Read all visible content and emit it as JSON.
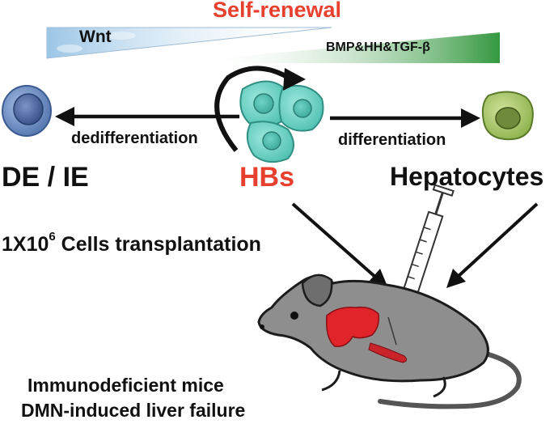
{
  "title": "Self-renewal",
  "gradient": {
    "left_label": "Wnt",
    "right_label": "BMP&HH&TGF-β",
    "left_color": "#a9cde6",
    "right_color": "#3a9a47"
  },
  "cells": {
    "left_name": "DE / IE",
    "center_name": "HBs",
    "right_name": "Hepatocytes"
  },
  "arrows": {
    "left_label": "dedifferentiation",
    "right_label": "differentiation"
  },
  "transplant": {
    "count_base": "1X10",
    "count_exponent": "6",
    "label": " Cells transplantation"
  },
  "model": {
    "line1": "Immunodeficient mice",
    "line2": "DMN-induced liver failure"
  },
  "colors": {
    "accent_red": "#e8402f",
    "hb_cyan": "#6fd3c6",
    "de_blue": "#6f8fc4",
    "hepatocyte_green": "#a8c868",
    "liver_red": "#e0242a"
  }
}
